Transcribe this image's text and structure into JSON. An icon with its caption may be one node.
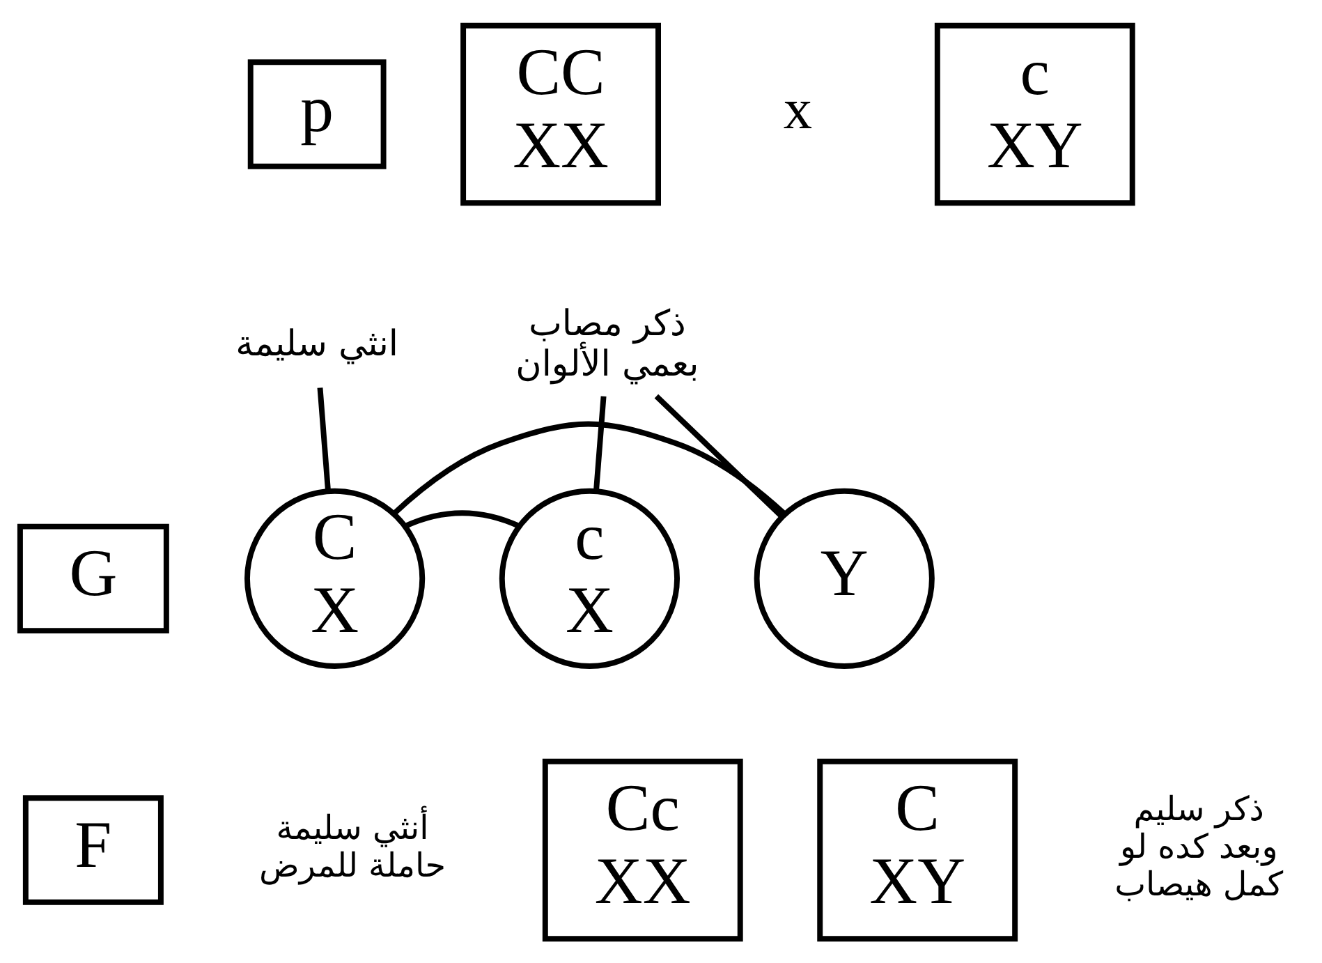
{
  "diagram": {
    "nodes": [
      {
        "text": [
          "p"
        ]
      },
      {
        "text": [
          "CC",
          "XX"
        ]
      },
      {
        "text": [
          "c",
          "XY"
        ]
      },
      {
        "text": [
          "انثي سليمة"
        ]
      },
      {
        "text": [
          "ذكر مصاب بعمي الألوان"
        ]
      },
      {
        "text": [
          "G"
        ]
      },
      {
        "text": [
          "C",
          "X"
        ]
      },
      {
        "text": [
          "c",
          "X"
        ]
      },
      {
        "text": [
          "Y"
        ]
      },
      {
        "text": [
          "F"
        ]
      },
      {
        "text": [
          "Cc",
          "XX"
        ],
        "beside": [
          "أنثي سليمة حاملة للمرض"
        ]
      },
      {
        "text": [
          "C",
          "XY"
        ],
        "beside": [
          "ذكر سليم وبعد كده لو كمل هيصاب"
        ]
      }
    ],
    "edges": [
      {
        "from": 3,
        "to": 6,
        "arrow": "none"
      },
      {
        "from": 4,
        "to": 7,
        "arrow": "none"
      },
      {
        "from": 4,
        "to": 8,
        "arrow": "none"
      },
      {
        "from": 6,
        "to": 7,
        "arrow": "none"
      },
      {
        "from": 6,
        "to": 8,
        "arrow": "none"
      }
    ],
    "labels": [
      "x"
    ]
  }
}
